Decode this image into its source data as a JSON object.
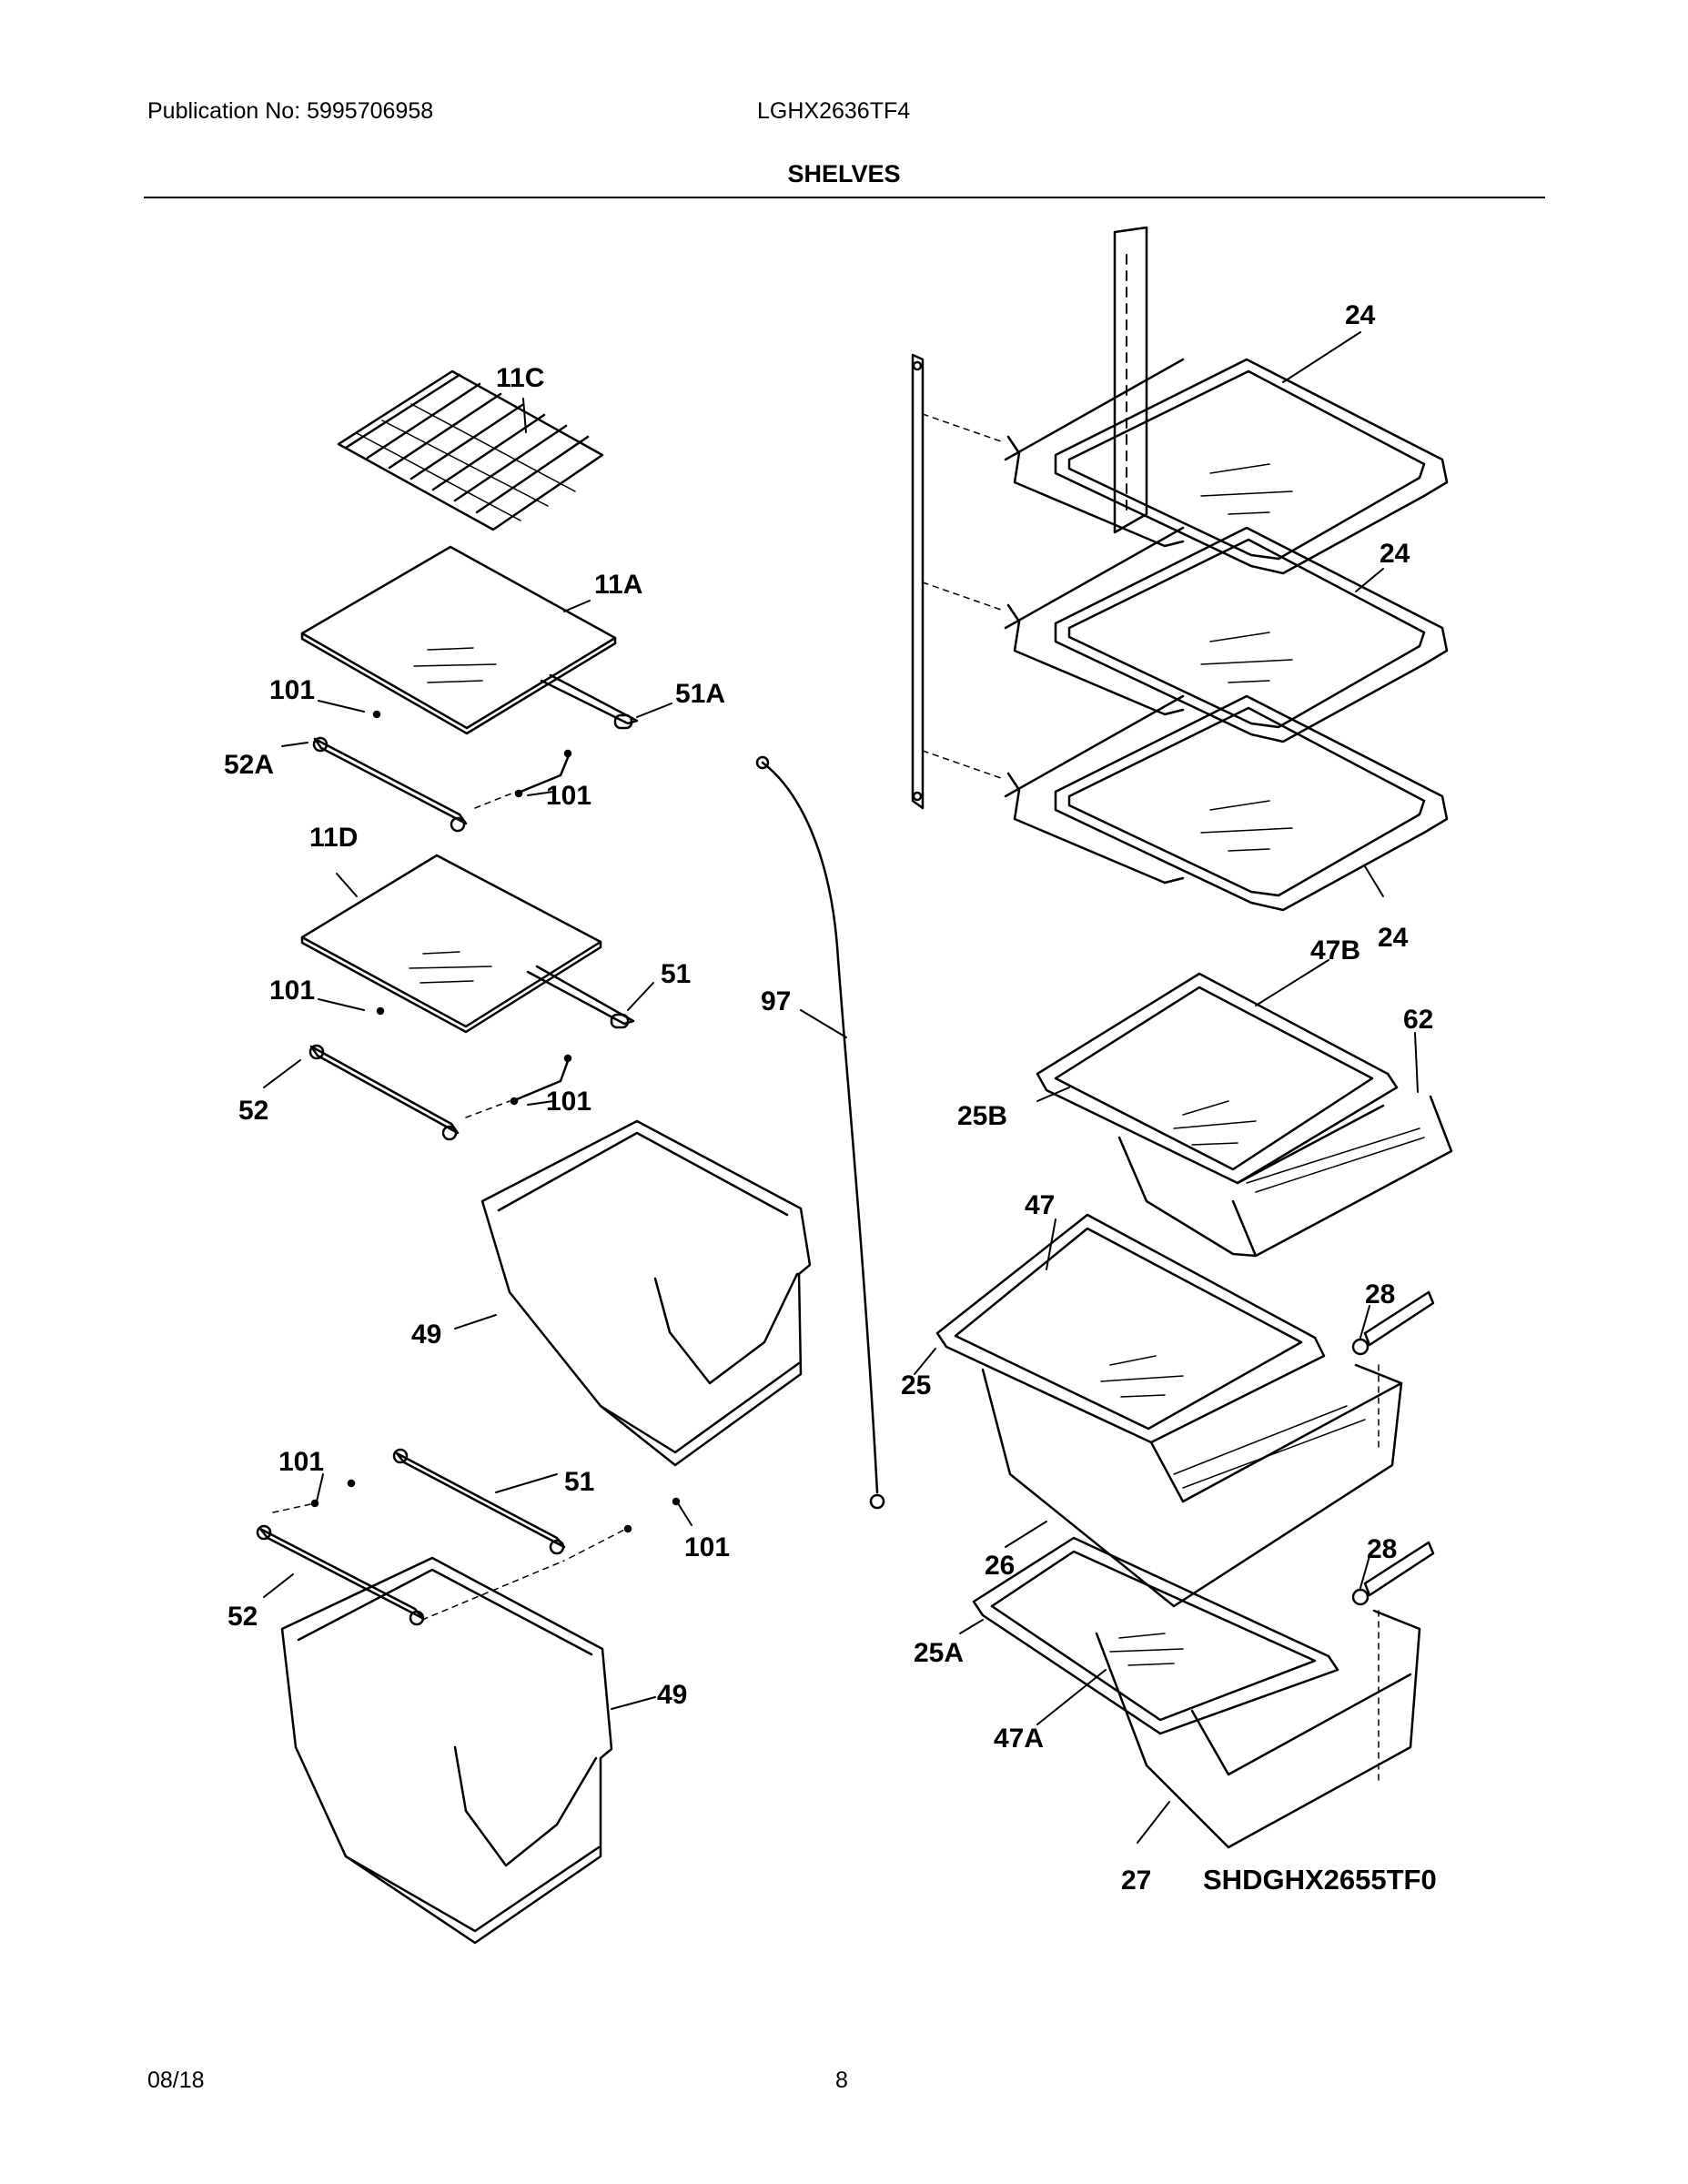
{
  "header": {
    "publication": "Publication No: 5995706958",
    "model": "LGHX2636TF4",
    "section_title": "SHELVES"
  },
  "callouts": {
    "l_11c": "11C",
    "l_11a": "11A",
    "l_101a": "101",
    "l_51a": "51A",
    "l_52a": "52A",
    "l_101b": "101",
    "l_11d": "11D",
    "l_101c": "101",
    "l_51a2": "51",
    "l_52a2": "52",
    "l_101d": "101",
    "l_97": "97",
    "l_49a": "49",
    "l_101e": "101",
    "l_51b": "51",
    "l_101f": "101",
    "l_52b": "52",
    "l_49b": "49",
    "l_24a": "24",
    "l_24b": "24",
    "l_24c": "24",
    "l_47b": "47B",
    "l_62": "62",
    "l_25b": "25B",
    "l_47": "47",
    "l_28a": "28",
    "l_25": "25",
    "l_26": "26",
    "l_28b": "28",
    "l_25a": "25A",
    "l_47a": "47A",
    "l_27": "27"
  },
  "diagram_code": "SHDGHX2655TF0",
  "footer": {
    "date": "08/18",
    "page": "8"
  }
}
